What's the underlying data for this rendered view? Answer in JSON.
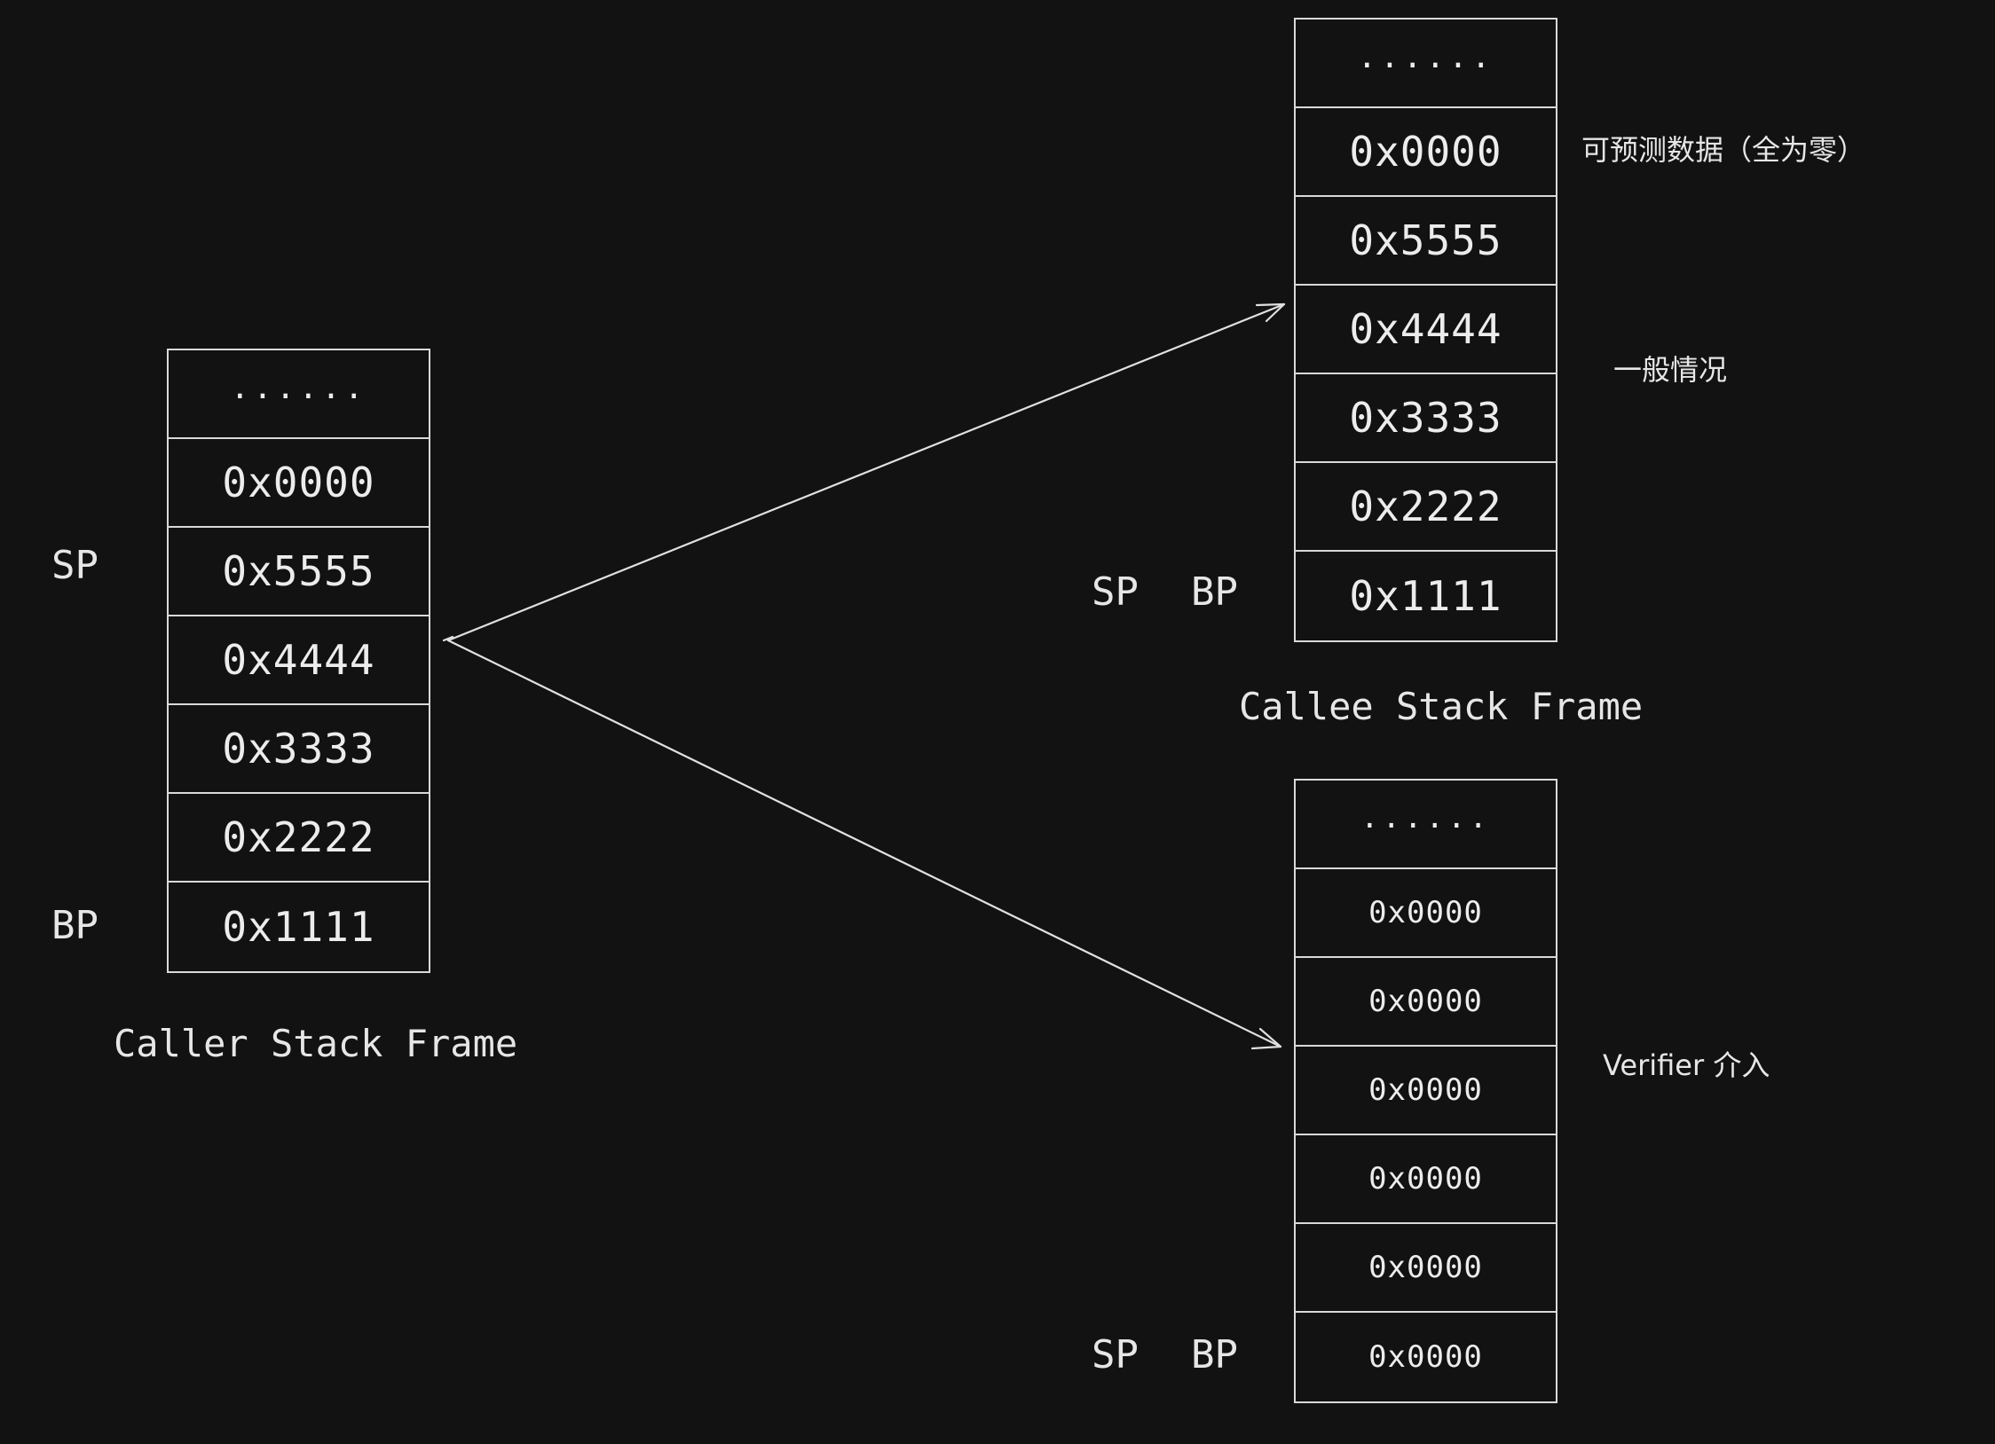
{
  "caller": {
    "cells": [
      "......",
      "0x0000",
      "0x5555",
      "0x4444",
      "0x3333",
      "0x2222",
      "0x1111"
    ],
    "sp": "SP",
    "bp": "BP",
    "caption": "Caller Stack Frame"
  },
  "callee": {
    "cells": [
      "......",
      "0x0000",
      "0x5555",
      "0x4444",
      "0x3333",
      "0x2222",
      "0x1111"
    ],
    "sp": "SP",
    "bp": "BP",
    "caption": "Callee Stack Frame",
    "note_top": "可预测数据（全为零）",
    "note_mid": "一般情况"
  },
  "verifier": {
    "cells": [
      "......",
      "0x0000",
      "0x0000",
      "0x0000",
      "0x0000",
      "0x0000",
      "0x0000"
    ],
    "sp": "SP",
    "bp": "BP",
    "note": "Verifier 介入"
  },
  "colors": {
    "background": "#121212",
    "stroke": "#d9d9d9",
    "text": "#e6e6e6"
  }
}
